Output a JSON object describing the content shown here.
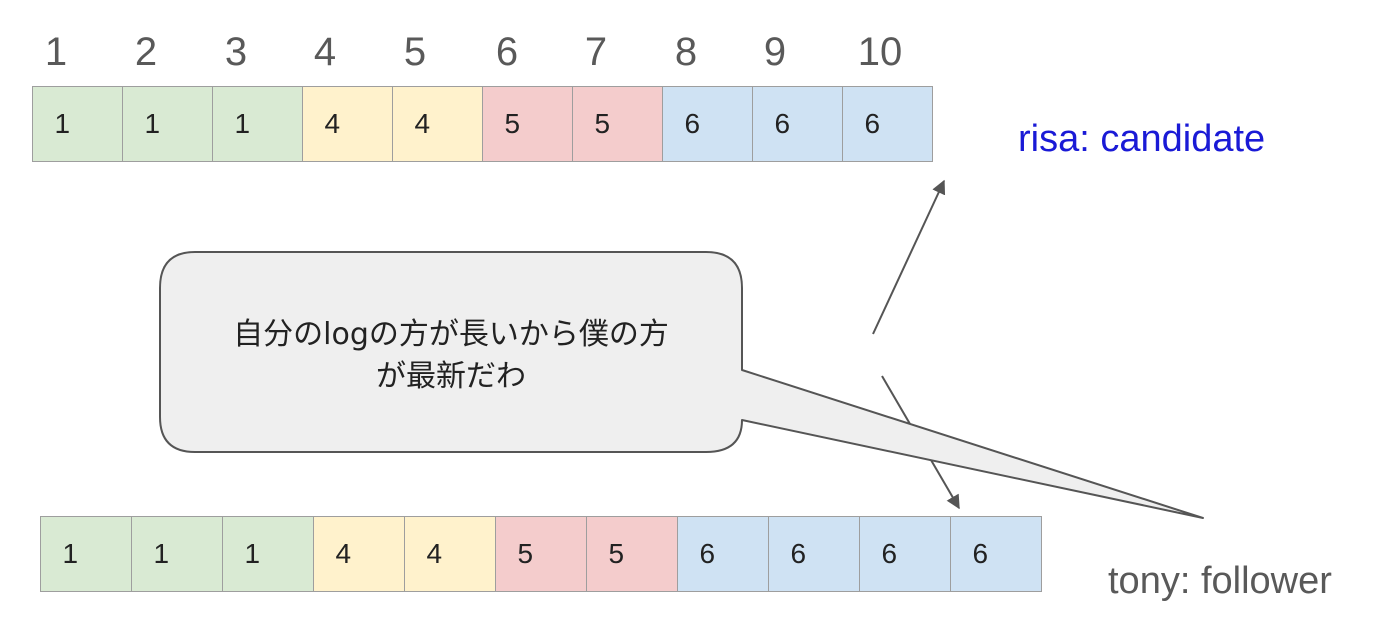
{
  "index_labels": [
    "1",
    "2",
    "3",
    "4",
    "5",
    "6",
    "7",
    "8",
    "9",
    "10"
  ],
  "rows": {
    "risa": {
      "label": "risa: candidate",
      "cells": [
        {
          "term": "1",
          "color": "#d9ead3"
        },
        {
          "term": "1",
          "color": "#d9ead3"
        },
        {
          "term": "1",
          "color": "#d9ead3"
        },
        {
          "term": "4",
          "color": "#fff2cc"
        },
        {
          "term": "4",
          "color": "#fff2cc"
        },
        {
          "term": "5",
          "color": "#f4cccc"
        },
        {
          "term": "5",
          "color": "#f4cccc"
        },
        {
          "term": "6",
          "color": "#cfe2f3"
        },
        {
          "term": "6",
          "color": "#cfe2f3"
        },
        {
          "term": "6",
          "color": "#cfe2f3"
        }
      ]
    },
    "tony": {
      "label": "tony: follower",
      "cells": [
        {
          "term": "1",
          "color": "#d9ead3"
        },
        {
          "term": "1",
          "color": "#d9ead3"
        },
        {
          "term": "1",
          "color": "#d9ead3"
        },
        {
          "term": "4",
          "color": "#fff2cc"
        },
        {
          "term": "4",
          "color": "#fff2cc"
        },
        {
          "term": "5",
          "color": "#f4cccc"
        },
        {
          "term": "5",
          "color": "#f4cccc"
        },
        {
          "term": "6",
          "color": "#cfe2f3"
        },
        {
          "term": "6",
          "color": "#cfe2f3"
        },
        {
          "term": "6",
          "color": "#cfe2f3"
        },
        {
          "term": "6",
          "color": "#cfe2f3"
        }
      ]
    }
  },
  "speech_bubble": {
    "line1": "自分のlogの方が長いから僕の方",
    "line2": "が最新だわ"
  },
  "colors": {
    "candidate_label": "#1a1ad6",
    "follower_label": "#595959",
    "bubble_fill": "#efefef"
  }
}
